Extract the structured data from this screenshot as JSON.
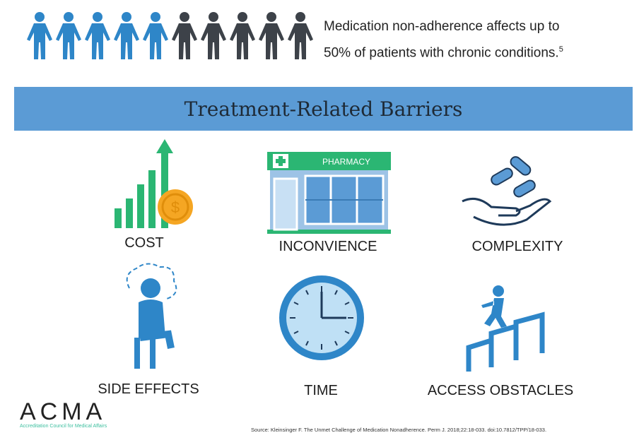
{
  "header": {
    "statistic_line1": "Medication non-adherence affects up to",
    "statistic_line2": "50% of patients with chronic conditions.",
    "footnote": "5",
    "people_highlighted": 5,
    "people_total": 10
  },
  "banner": {
    "title": "Treatment-Related Barriers"
  },
  "barriers": [
    {
      "label": "COST",
      "icon": "cost-chart-icon"
    },
    {
      "label": "INCONVIENCE",
      "icon": "pharmacy-icon",
      "sign": "PHARMACY"
    },
    {
      "label": "COMPLEXITY",
      "icon": "pills-hand-icon"
    },
    {
      "label": "SIDE EFFECTS",
      "icon": "sick-person-icon"
    },
    {
      "label": "TIME",
      "icon": "clock-icon"
    },
    {
      "label": "ACCESS OBSTACLES",
      "icon": "hurdles-icon"
    }
  ],
  "footer": {
    "logo_text": "ACMA",
    "logo_subtext": "Accreditation Council for Medical Affairs",
    "source": "Source:  Kleinsinger F. The Unmet Challenge of Medication Nonadherence. Perm J. 2018;22:18-033. doi:10.7812/TPP/18-033."
  },
  "colors": {
    "blue": "#2e86c8",
    "dark": "#3d4249",
    "banner": "#5b9bd5",
    "green": "#2bb673",
    "coin": "#f5a623"
  }
}
